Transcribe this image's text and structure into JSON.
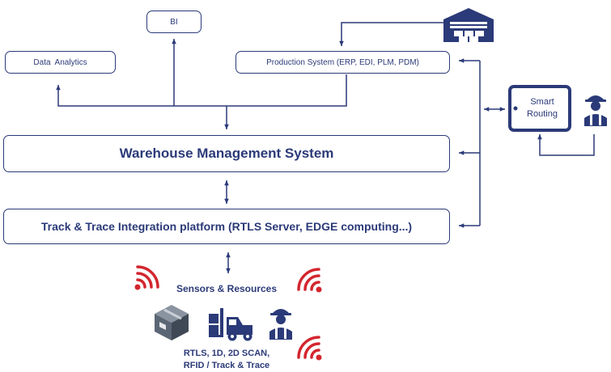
{
  "nodes": {
    "bi": "BI",
    "data_analytics": "Data  Analytics",
    "production_system": "Production System (ERP, EDI, PLM, PDM)",
    "wms": "Warehouse Management System",
    "track_trace": "Track & Trace Integration platform (RTLS Server, EDGE computing...)",
    "smart_routing_line1": "Smart",
    "smart_routing_line2": "Routing"
  },
  "sensors": {
    "title": "Sensors & Resources",
    "caption_line1": "RTLS, 1D, 2D SCAN,",
    "caption_line2": "RFID / Track & Trace"
  },
  "icons": [
    "warehouse-icon",
    "tablet-icon",
    "worker-icon",
    "wireless-signal-icon",
    "box-icon",
    "forklift-icon"
  ],
  "colors": {
    "primary": "#2b3a78",
    "signal": "#d3262e",
    "box_gray": "#5b6675"
  }
}
